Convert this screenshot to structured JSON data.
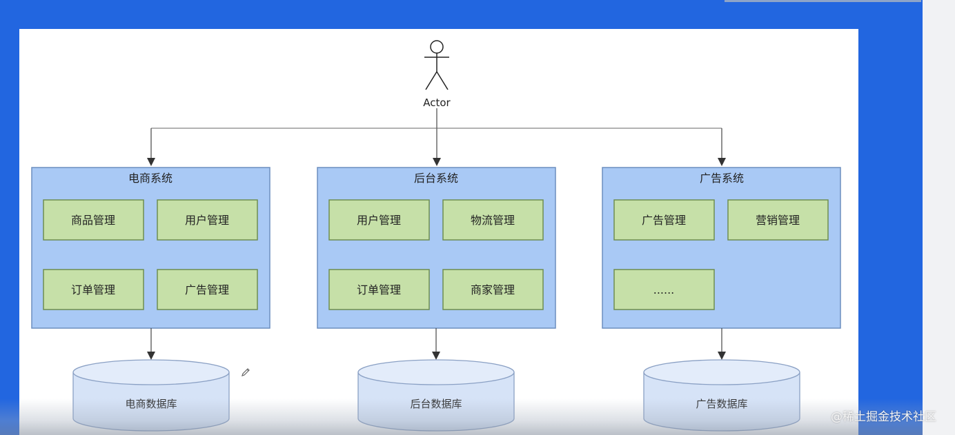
{
  "actor": {
    "label": "Actor"
  },
  "systems": [
    {
      "title": "电商系统",
      "modules": [
        "商品管理",
        "用户管理",
        "订单管理",
        "广告管理"
      ],
      "database": "电商数据库"
    },
    {
      "title": "后台系统",
      "modules": [
        "用户管理",
        "物流管理",
        "订单管理",
        "商家管理"
      ],
      "database": "后台数据库"
    },
    {
      "title": "广告系统",
      "modules": [
        "广告管理",
        "营销管理",
        "......"
      ],
      "database": "广告数据库"
    }
  ],
  "watermark": "@稀土掘金技术社区",
  "colors": {
    "background": "#2266e0",
    "system_fill": "#a9c9f5",
    "system_stroke": "#6c8ebf",
    "module_fill": "#c6e0a8",
    "module_stroke": "#6e8d50",
    "db_fill": "#d6e3f7",
    "db_stroke": "#8aa0c4"
  },
  "icons": [
    "actor-icon",
    "pencil-icon"
  ]
}
